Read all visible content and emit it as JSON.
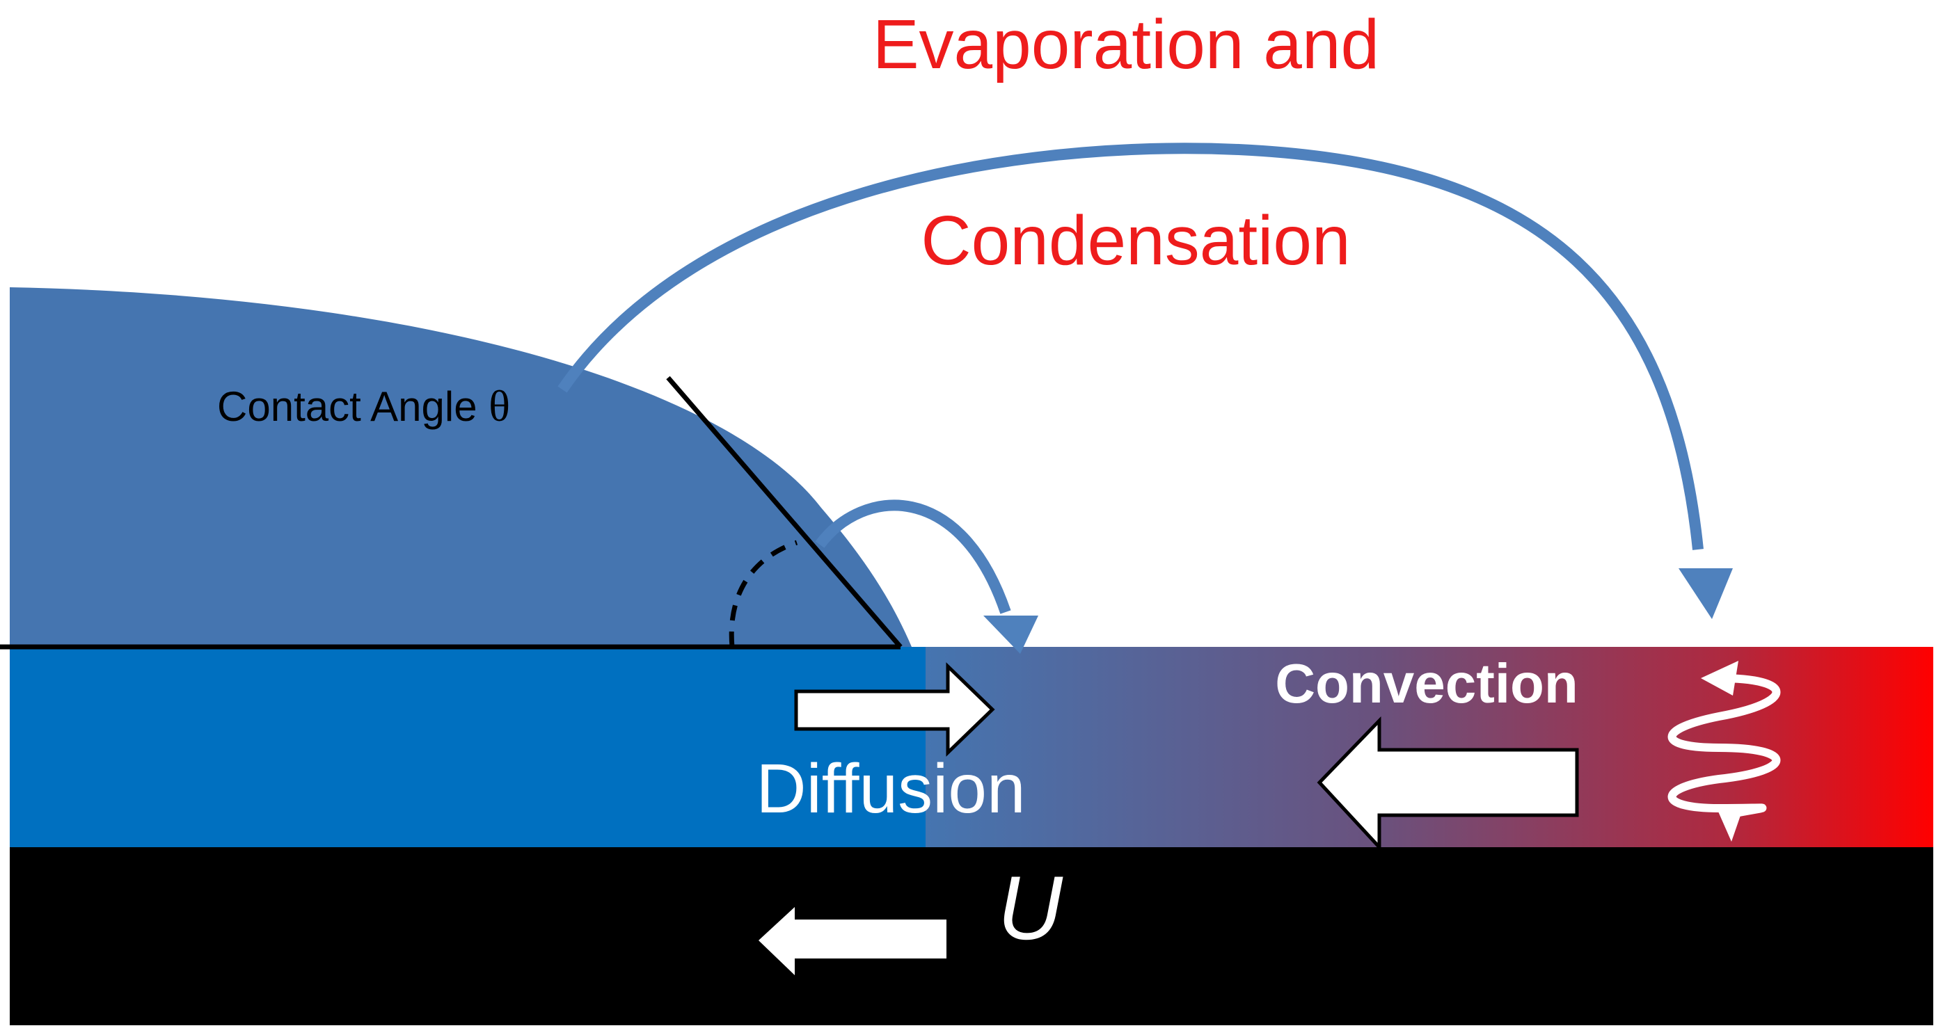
{
  "title": {
    "line1": "Evaporation and",
    "line2": "Condensation",
    "color": "#ee1c1c"
  },
  "contact_angle": {
    "text": "Contact Angle ",
    "symbol": "θ"
  },
  "labels": {
    "diffusion": "Diffusion",
    "convection": "Convection",
    "velocity": "U"
  },
  "colors": {
    "droplet": "#4575b0",
    "film_left": "#0070c0",
    "film_mid": "#6a517d",
    "film_right": "#ff0000",
    "arc_arrow": "#4f81bd",
    "substrate": "#000000",
    "text_light": "#ffffff"
  },
  "icons": {
    "diffusion_arrow": "arrow-right-icon",
    "convection_arrow": "arrow-left-icon",
    "velocity_arrow": "arrow-left-icon",
    "heat_wave": "heat-wave-icon",
    "evaporation_arc": "curved-arrow-icon"
  }
}
